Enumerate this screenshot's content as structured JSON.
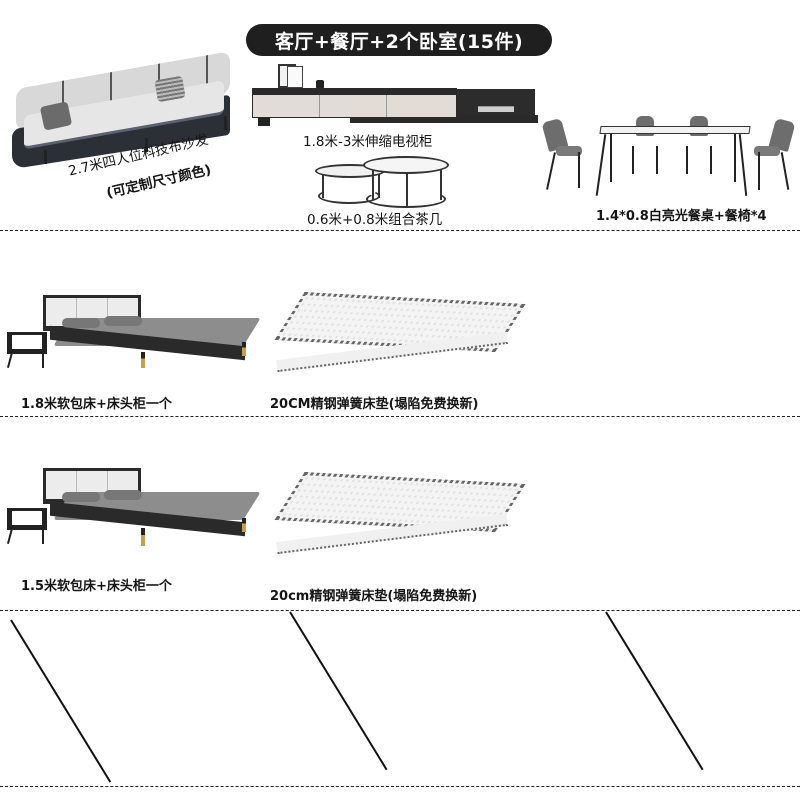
{
  "header": {
    "title": "客厅+餐厅+2个卧室(15件)",
    "pill_color": "#1f1f1f"
  },
  "living_dining": {
    "sofa": {
      "icon": "sofa-image",
      "label_line1": "2.7米四人位科技布沙发",
      "label_line2": "(可定制尺寸颜色)"
    },
    "tv_cabinet": {
      "icon": "tv-cabinet-image",
      "label": "1.8米-3米伸缩电视柜"
    },
    "coffee_table": {
      "icon": "coffee-table-image",
      "label": "0.6米+0.8米组合茶几"
    },
    "dining_set": {
      "icon": "dining-set-image",
      "label": "1.4*0.8白亮光餐桌+餐椅*4"
    }
  },
  "bedroom1": {
    "bed": {
      "icon": "bed-image",
      "label": "1.8米软包床+床头柜一个"
    },
    "mattress": {
      "icon": "mattress-image",
      "label": "20CM精钢弹簧床垫(塌陷免费换新)"
    }
  },
  "bedroom2": {
    "bed": {
      "icon": "bed-image",
      "label": "1.5米软包床+床头柜一个"
    },
    "mattress": {
      "icon": "mattress-image",
      "label": "20cm精钢弹簧床垫(塌陷免费换新)"
    }
  },
  "empty_row": {
    "slash_count": 3
  }
}
